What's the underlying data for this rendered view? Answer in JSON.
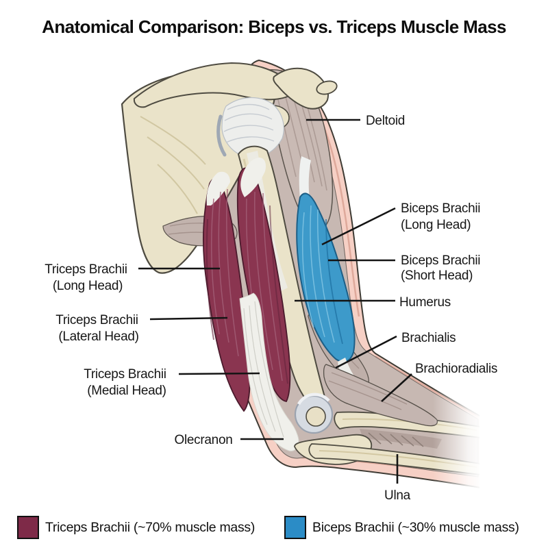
{
  "title": "Anatomical Comparison: Biceps vs. Triceps Muscle Mass",
  "labels": {
    "deltoid": "Deltoid",
    "biceps_long": [
      "Biceps Brachii",
      "(Long Head)"
    ],
    "biceps_short": [
      "Biceps Brachii",
      "(Short Head)"
    ],
    "humerus": "Humerus",
    "brachialis": "Brachialis",
    "brachioradialis": "Brachioradialis",
    "triceps_long": [
      "Triceps Brachii",
      "(Long Head)"
    ],
    "triceps_lateral": [
      "Triceps Brachii",
      "(Lateral Head)"
    ],
    "triceps_medial": [
      "Triceps Brachii",
      "(Medial Head)"
    ],
    "olecranon": "Olecranon",
    "ulna": "Ulna"
  },
  "legend": {
    "triceps": {
      "label": "Triceps Brachii (~70% muscle mass)",
      "color": "#7E2A48"
    },
    "biceps": {
      "label": "Biceps Brachii (~30% muscle mass)",
      "color": "#2B8CC6"
    }
  },
  "colors": {
    "triceps_muscle": "#8A3550",
    "biceps_muscle": "#3D9ACA",
    "skin": "#F6D0C5",
    "bone": "#EAE3C9",
    "background_muscle": "#C7B8B2",
    "tendon_white": "#F0F0EB",
    "label_text": "#161616"
  }
}
